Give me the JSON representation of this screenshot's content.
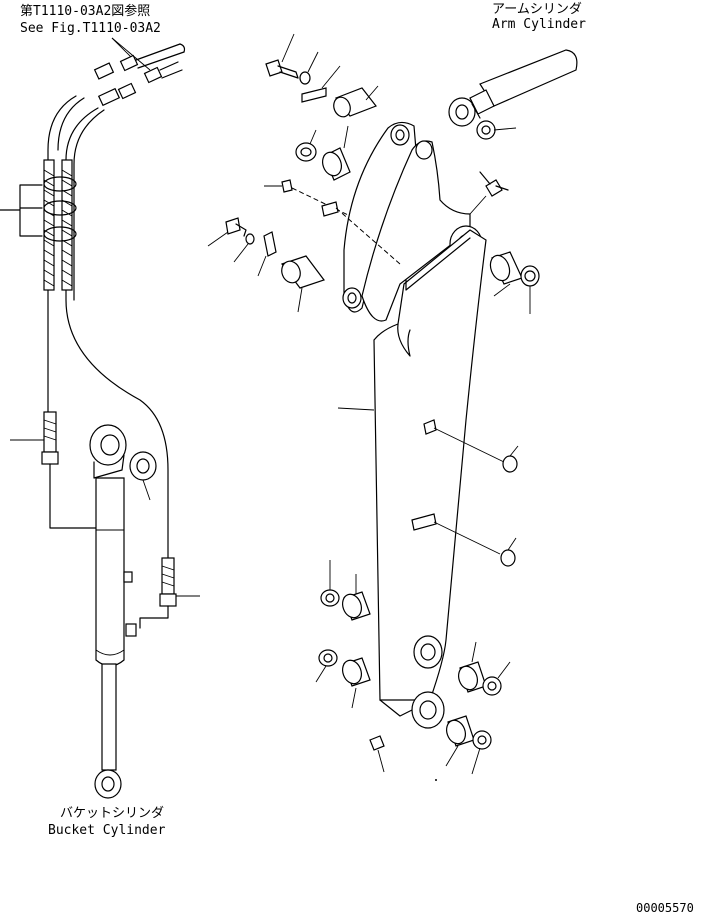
{
  "references": {
    "ref_jp": "第T1110-03A2図参照",
    "ref_en": "See Fig.T1110-03A2"
  },
  "arm_cylinder": {
    "label_jp": "アームシリンダ",
    "label_en": "Arm Cylinder"
  },
  "bucket_cylinder": {
    "label_jp": "バケットシリンダ",
    "label_en": "Bucket Cylinder"
  },
  "drawing_number": "00005570"
}
